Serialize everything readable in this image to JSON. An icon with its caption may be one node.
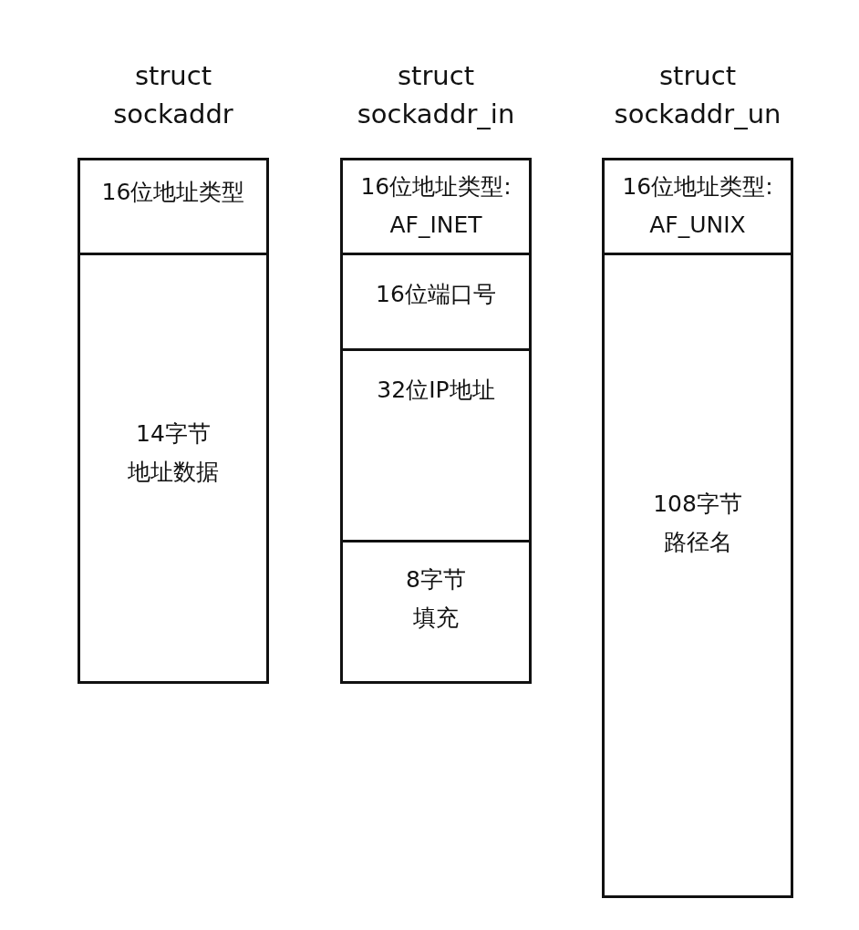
{
  "diagram": {
    "nodes": [
      {
        "text": [
          "struct sockaddr"
        ]
      },
      {
        "text": [
          "16位地址类型"
        ],
        "in": 0
      },
      {
        "text": [
          "14字节地址数据"
        ],
        "in": 0
      },
      {
        "text": [
          "struct sockaddr_in"
        ]
      },
      {
        "text": [
          "16位地址类型: AF_INET"
        ],
        "in": 3
      },
      {
        "text": [
          "16位端口号"
        ],
        "in": 3
      },
      {
        "text": [
          "32位IP地址"
        ],
        "in": 3
      },
      {
        "text": [
          "8字节填充"
        ],
        "in": 3
      },
      {
        "text": [
          "struct sockaddr_un"
        ]
      },
      {
        "text": [
          "16位地址类型: AF_UNIX"
        ],
        "in": 8
      },
      {
        "text": [
          "108字节路径名"
        ],
        "in": 8
      }
    ]
  }
}
